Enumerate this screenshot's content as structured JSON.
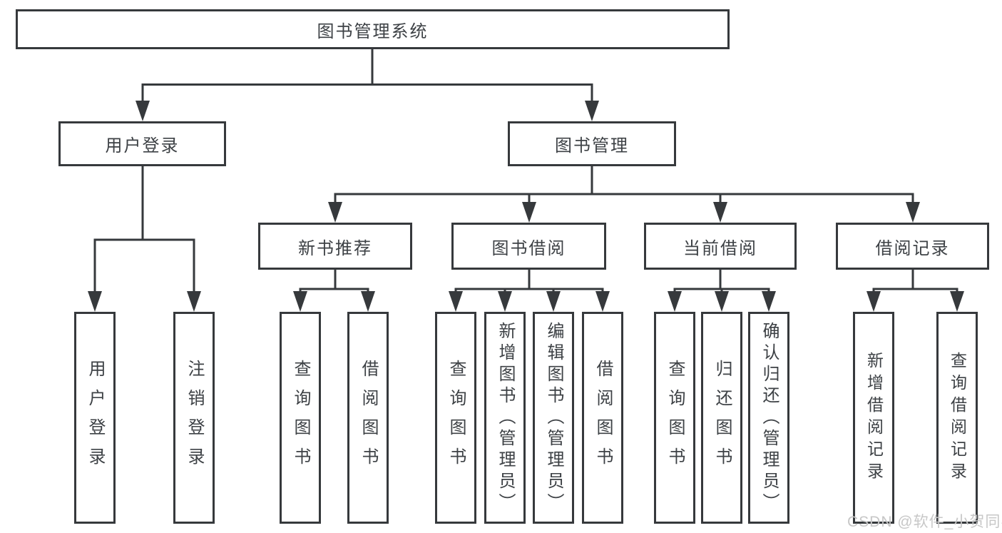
{
  "colors": {
    "line": "#36393c",
    "box_border": "#36393c",
    "box_fill": "#ffffff",
    "text": "#3d4145",
    "watermark": "#c7c7c7",
    "background": "#ffffff"
  },
  "tree": {
    "root": {
      "label": "图书管理系统"
    },
    "branches": [
      {
        "label": "用户登录",
        "children": [
          {
            "label": "用户登录"
          },
          {
            "label": "注销登录"
          }
        ]
      },
      {
        "label": "图书管理",
        "children": [
          {
            "label": "新书推荐",
            "children": [
              {
                "label": "查询图书"
              },
              {
                "label": "借阅图书"
              }
            ]
          },
          {
            "label": "图书借阅",
            "children": [
              {
                "label": "查询图书"
              },
              {
                "label": "新增图书（管理员）"
              },
              {
                "label": "编辑图书（管理员）"
              },
              {
                "label": "借阅图书"
              }
            ]
          },
          {
            "label": "当前借阅",
            "children": [
              {
                "label": "查询图书"
              },
              {
                "label": "归还图书"
              },
              {
                "label": "确认归还（管理员）"
              }
            ]
          },
          {
            "label": "借阅记录",
            "children": [
              {
                "label": "新增借阅记录"
              },
              {
                "label": "查询借阅记录"
              }
            ]
          }
        ]
      }
    ]
  },
  "watermark": {
    "text": "CSDN @软件_小贺同学"
  }
}
